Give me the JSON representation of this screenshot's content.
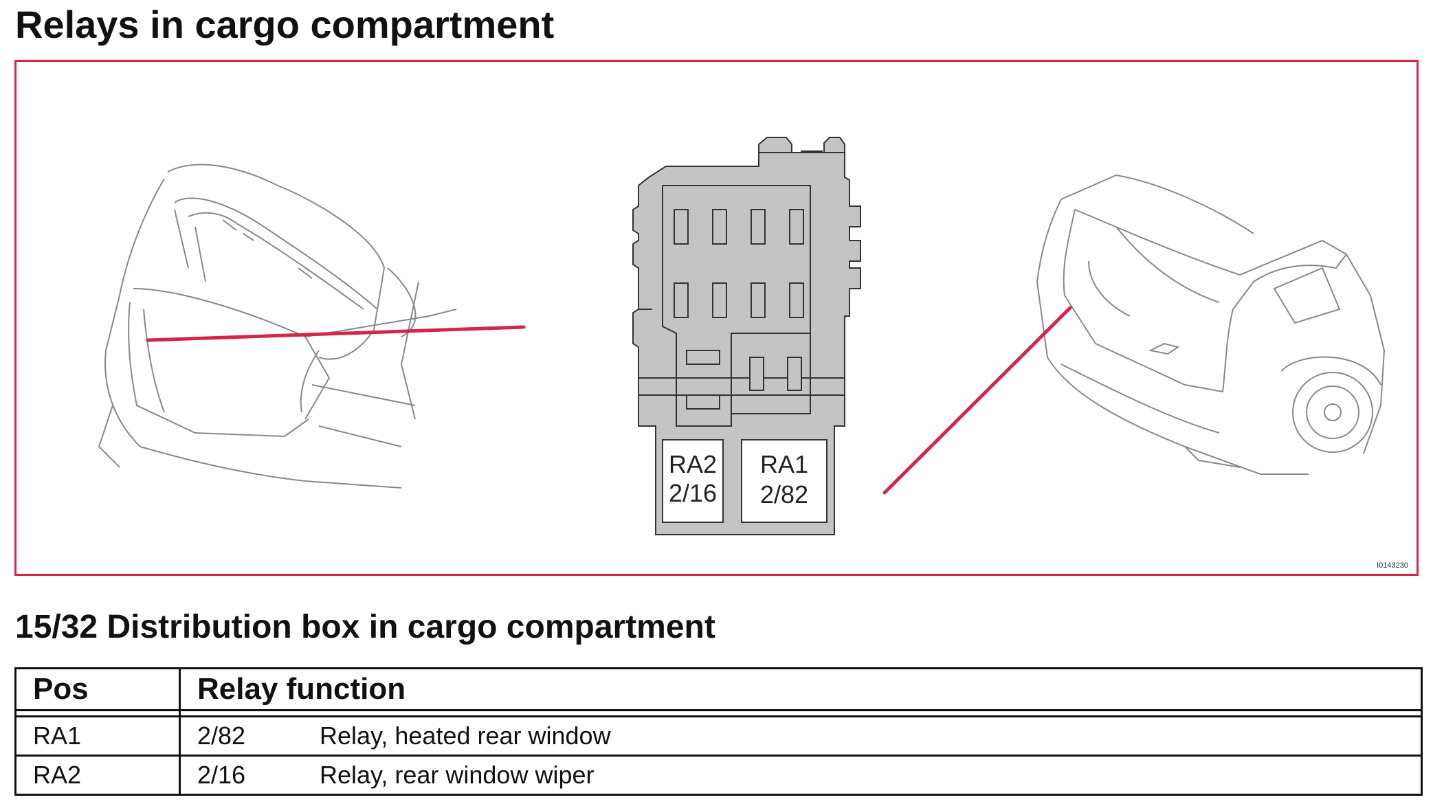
{
  "title": "Relays in cargo compartment",
  "diagram": {
    "image_code": "I0143230",
    "accent_color": "#d6254b",
    "relay_box": {
      "relays": [
        {
          "pos": "RA2",
          "code": "2/16"
        },
        {
          "pos": "RA1",
          "code": "2/82"
        }
      ]
    }
  },
  "section_title": "15/32 Distribution box in cargo compartment",
  "table": {
    "headers": [
      "Pos",
      "Relay function"
    ],
    "rows": [
      {
        "pos": "RA1",
        "code": "2/82",
        "function": "Relay, heated rear window"
      },
      {
        "pos": "RA2",
        "code": "2/16",
        "function": "Relay, rear window wiper"
      }
    ]
  }
}
